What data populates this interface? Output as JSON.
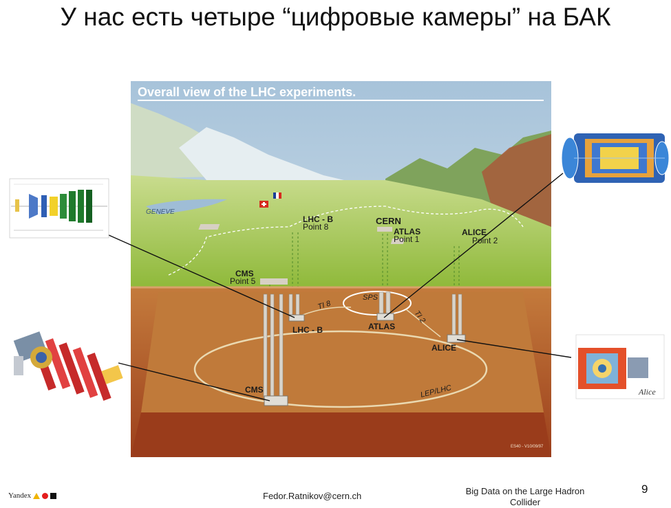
{
  "slide": {
    "title": "У нас есть четыре “цифровые камеры” на БАК",
    "page_number": "9",
    "author_email": "Fedor.Ratnikov@cern.ch",
    "course": "Big Data on the Large Hadron Collider",
    "logo_text": "Yandex"
  },
  "diagram": {
    "banner": "Overall view of the LHC experiments.",
    "surface_labels": {
      "lhcb_name": "LHC - B",
      "lhcb_point": "Point 8",
      "cern": "CERN",
      "atlas_name": "ATLAS",
      "atlas_point": "Point 1",
      "alice_name": "ALICE",
      "alice_point": "Point 2",
      "cms_name": "CMS",
      "cms_point": "Point 5",
      "geneva": "GENEVE"
    },
    "underground_labels": {
      "ti8": "TI 8",
      "ti2": "TI 2",
      "sps": "SPS",
      "lhcb": "LHC - B",
      "atlas": "ATLAS",
      "alice": "ALICE",
      "cms": "CMS",
      "ring": "LEP/LHC",
      "code": "ES40 - V10/09/97"
    },
    "inset_alice_caption": "Alice"
  },
  "colors": {
    "sky_top": "#b9cfe1",
    "meadow": "#9cc24a",
    "soil": "#b5622b",
    "ring": "#e8d9b0"
  }
}
